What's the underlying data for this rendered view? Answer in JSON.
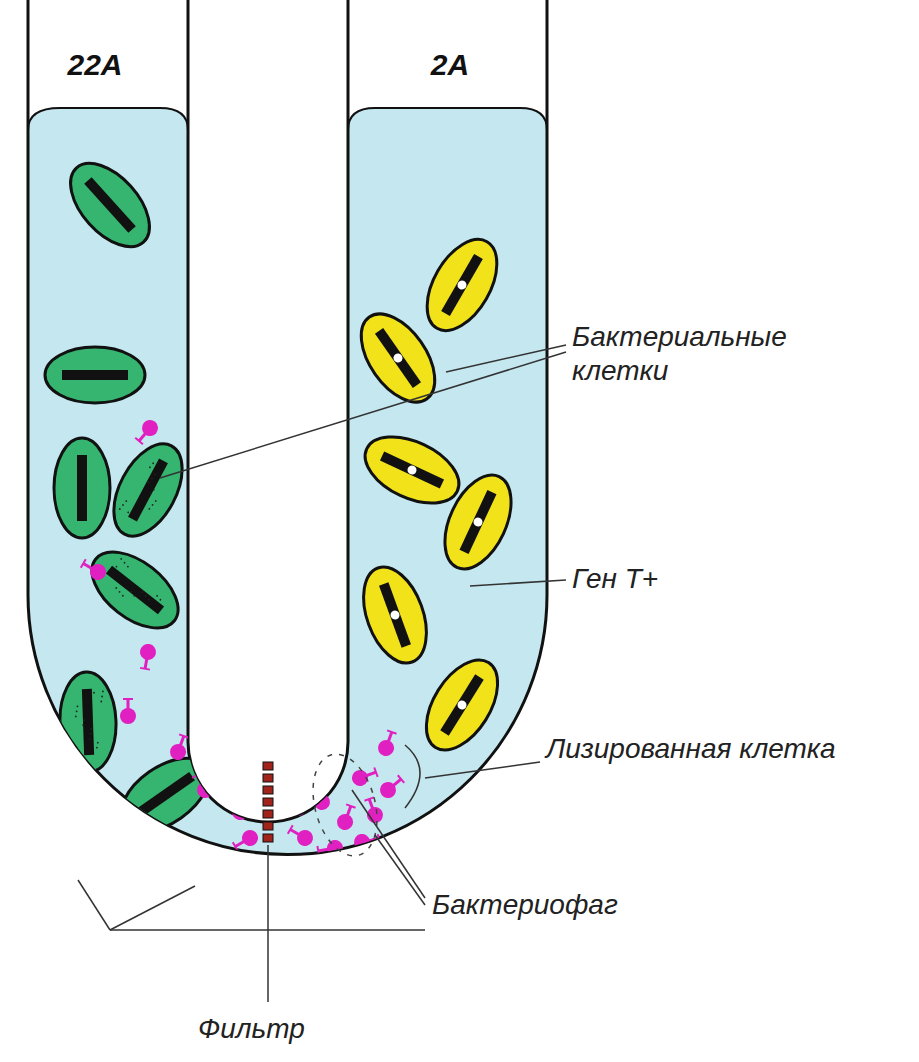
{
  "diagram": {
    "labels": [
      "22A",
      "2A",
      "Бактериальные клетки",
      "Ген T+",
      "Лизированная клетка",
      "Бактериофаг",
      "Фильтр"
    ]
  }
}
